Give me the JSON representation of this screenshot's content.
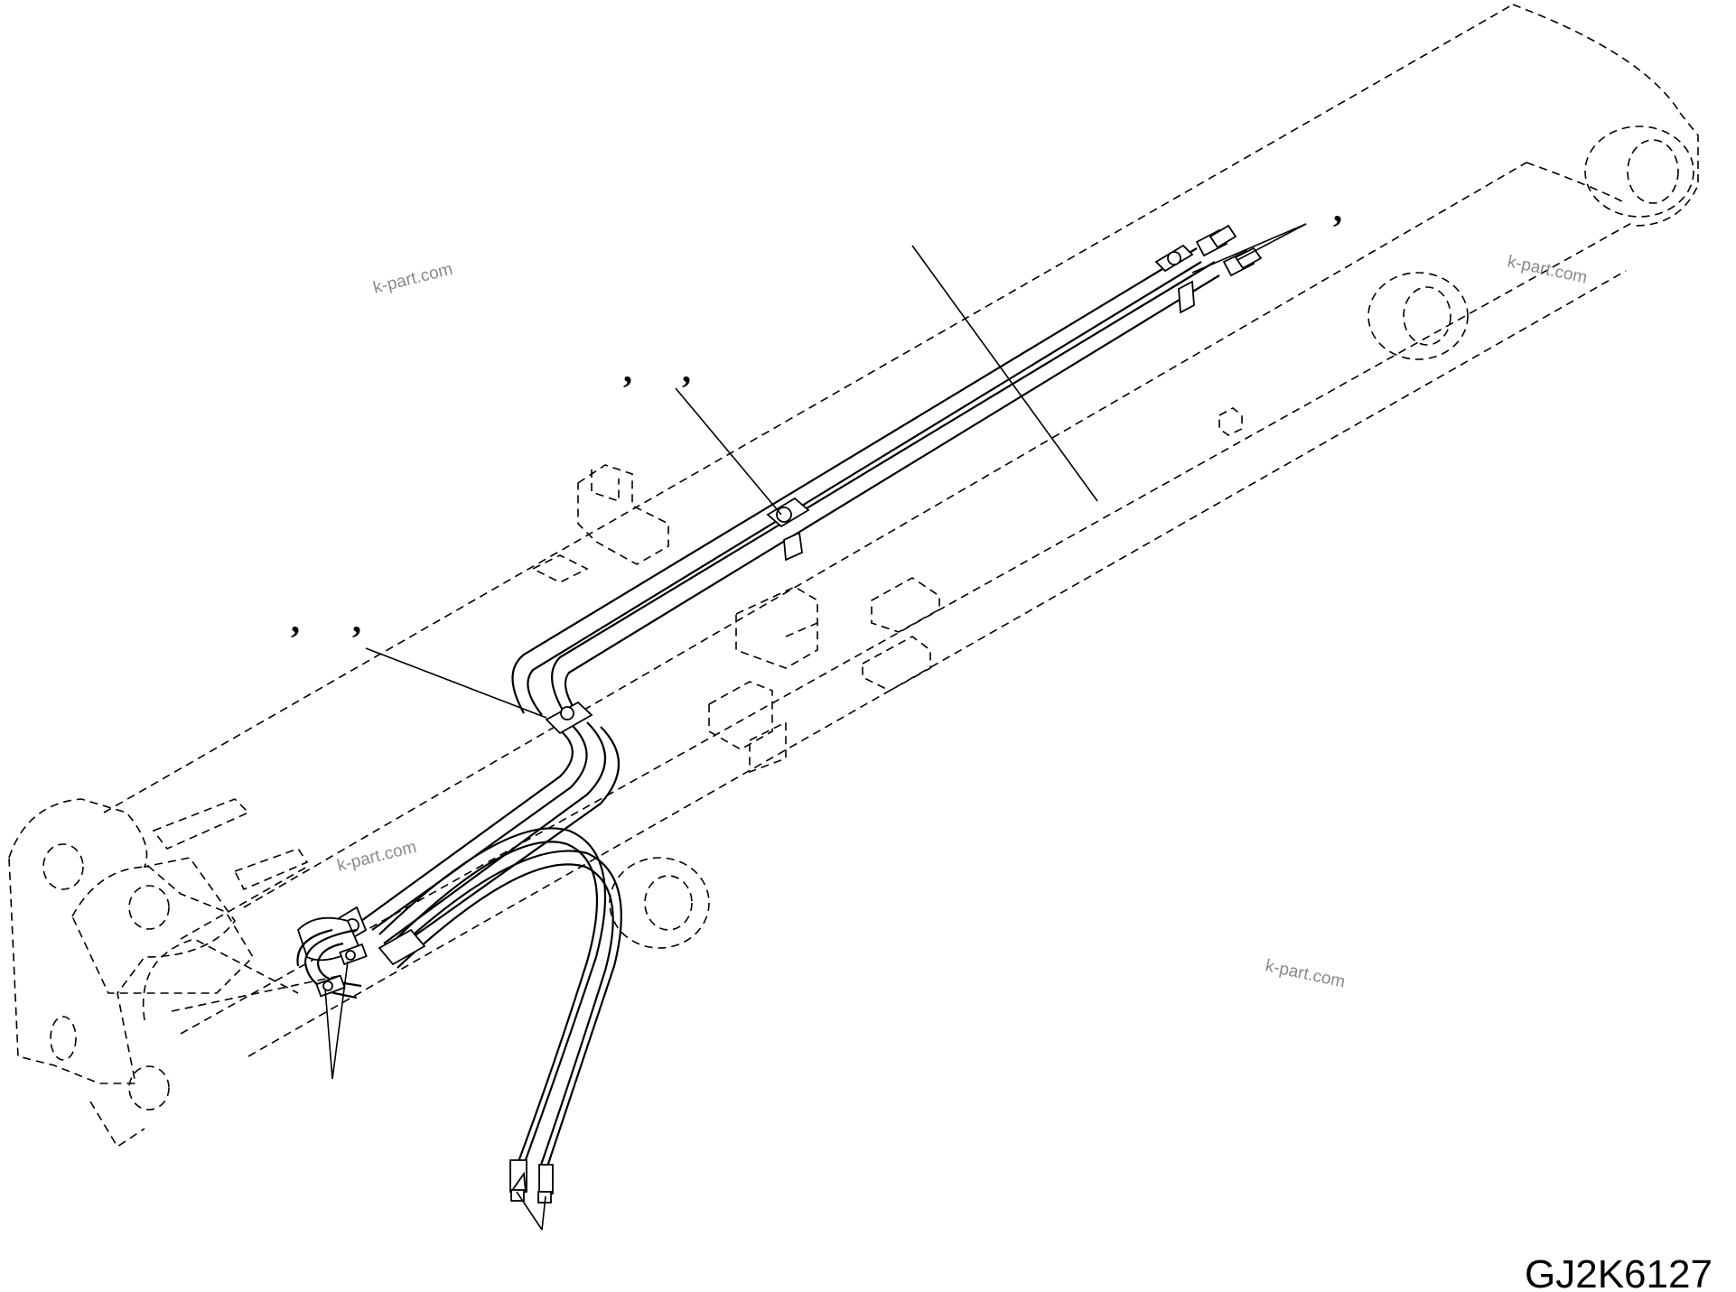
{
  "drawing": {
    "code": "GJ2K6127",
    "watermarks": [
      "k-part.com",
      "k-part.com",
      "k-part.com",
      "k-part.com"
    ],
    "callout_marks": [
      ",",
      ",",
      ",",
      ",",
      ",",
      ","
    ]
  }
}
